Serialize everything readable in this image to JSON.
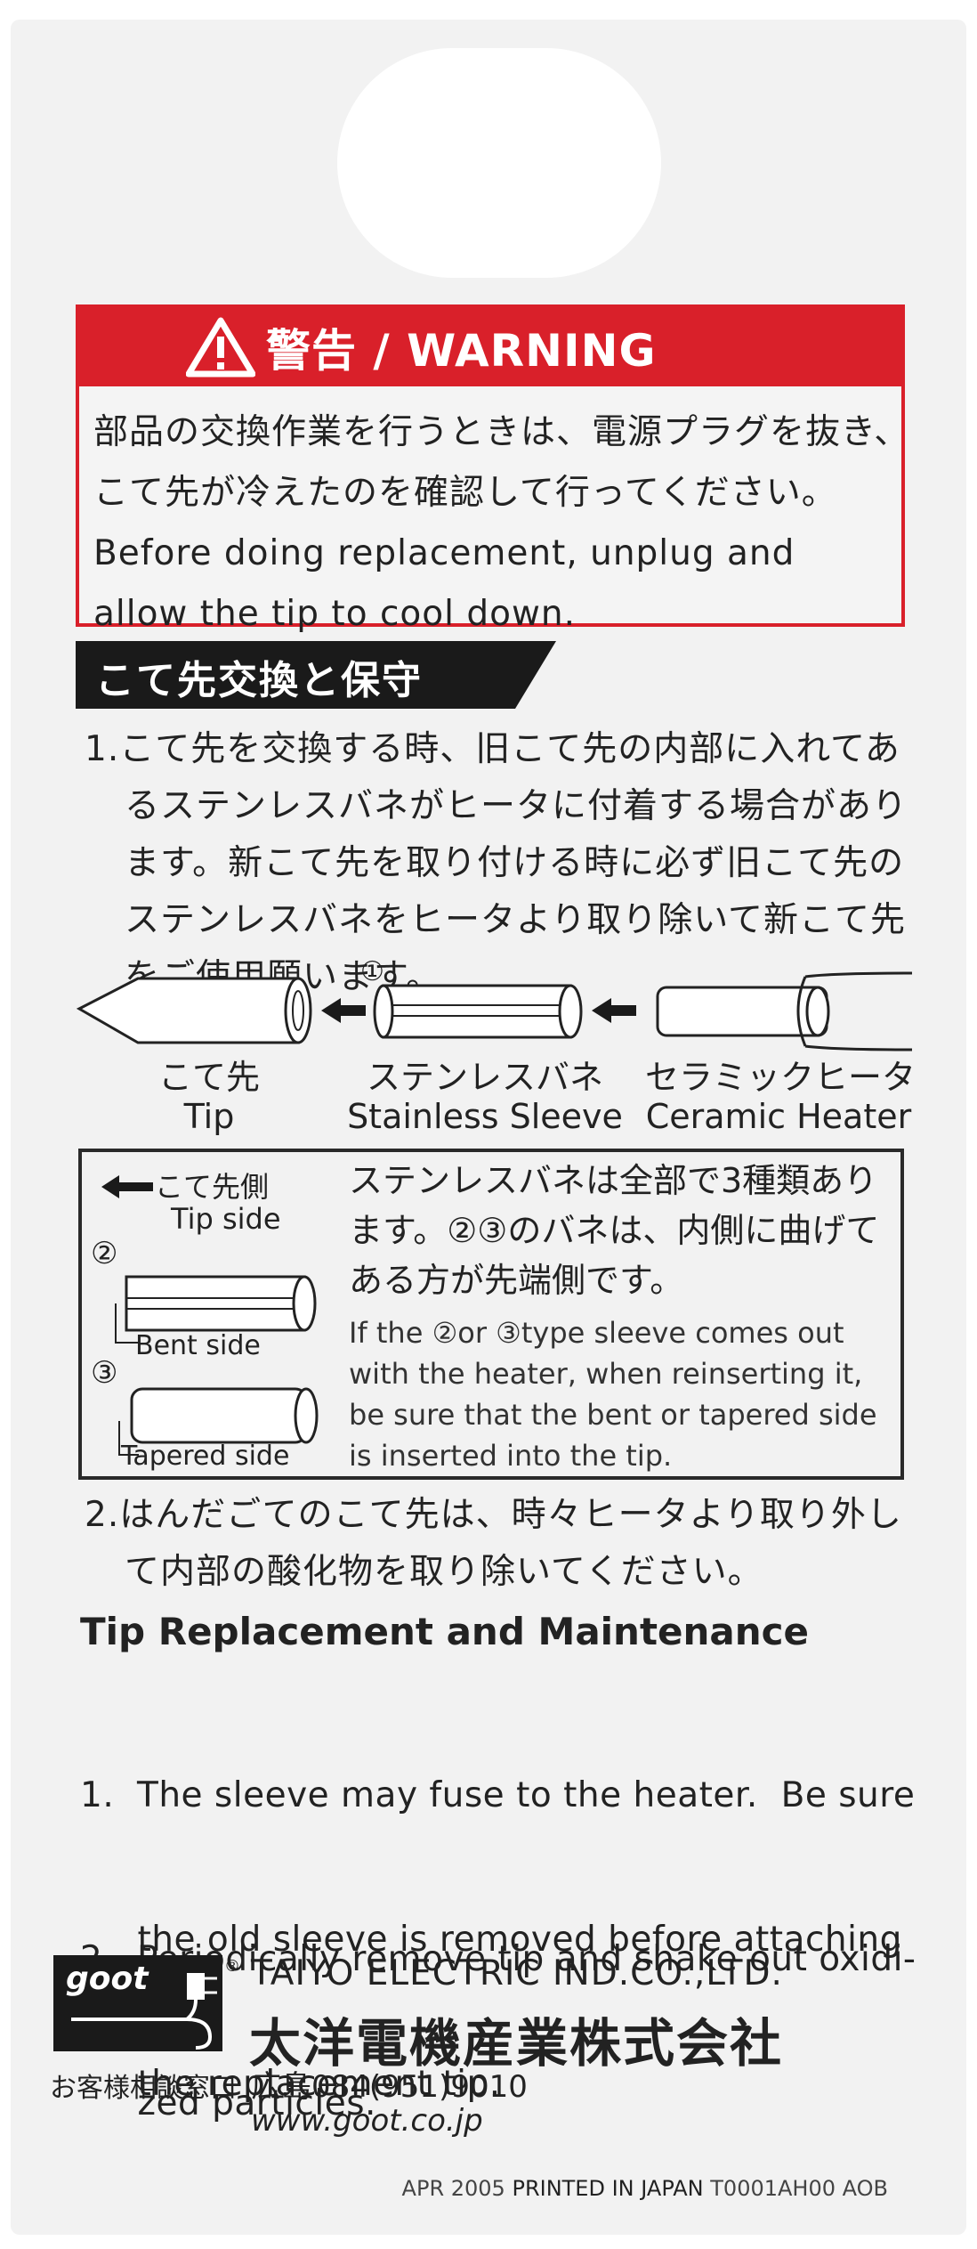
{
  "warning": {
    "title": "警告 / WARNING",
    "lines": [
      "部品の交換作業を行うときは、電源プラグを抜き、",
      "こて先が冷えたのを確認して行ってください。",
      "Before doing replacement, unplug and",
      "allow the tip to cool down."
    ]
  },
  "section": {
    "title": "こて先交換と保守",
    "para1": [
      "1.こて先を交換する時、旧こて先の内部に入れてあ",
      "るステンレスバネがヒータに付着する場合があり",
      "ます。新こて先を取り付ける時に必ず旧こて先の",
      "ステンレスバネをヒータより取り除いて新こて先",
      "をご使用願います。"
    ]
  },
  "diagram": {
    "step_marker": "①",
    "tip_jp": "こて先",
    "tip_en": "Tip",
    "sleeve_jp": "ステンレスバネ",
    "sleeve_en": "Stainless Sleeve",
    "heater_jp": "セラミックヒータ",
    "heater_en": "Ceramic Heater"
  },
  "sleeve_box": {
    "tip_side_jp": "こて先側",
    "tip_side_en": "Tip side",
    "marker2": "②",
    "marker3": "③",
    "bent_side": "Bent side",
    "tapered_side": "Tapered side",
    "jp_lines": [
      "ステンレスバネは全部で3種類あり",
      "ます。②③のバネは、内側に曲げて",
      "ある方が先端側です。"
    ],
    "en_lines": [
      "If the ②or ③type sleeve comes out",
      "with the heater, when reinserting it,",
      "be sure that the bent or tapered side",
      "is inserted into the tip."
    ]
  },
  "para2": [
    "2.はんだごてのこて先は、時々ヒータより取り外し",
    "て内部の酸化物を取り除いてください。"
  ],
  "english": {
    "title": "Tip Replacement and Maintenance",
    "item1": [
      "1.  The sleeve may fuse to the heater.  Be sure",
      "     the old sleeve is removed before attaching",
      "     the replacement tip."
    ],
    "item2": [
      "2.  Periodically remove tip and shake out oxidi-",
      "     zed particles."
    ]
  },
  "footer": {
    "logo": "goot",
    "reg_mark": "®",
    "company_en": "TAIYO ELECTRIC IND.CO.,LTD.",
    "company_jp": "太洋電機産業株式会社",
    "consult": "お客様相談窓口",
    "phone": "広島084(951)9010",
    "website": "www.goot.co.jp",
    "print_date": "APR 2005",
    "printed_in": "PRINTED IN JAPAN",
    "code": "T0001AH00 AOB"
  },
  "colors": {
    "warning_red": "#d9202a",
    "section_black": "#1a1a1a",
    "card_gray": "#f2f2f2"
  }
}
